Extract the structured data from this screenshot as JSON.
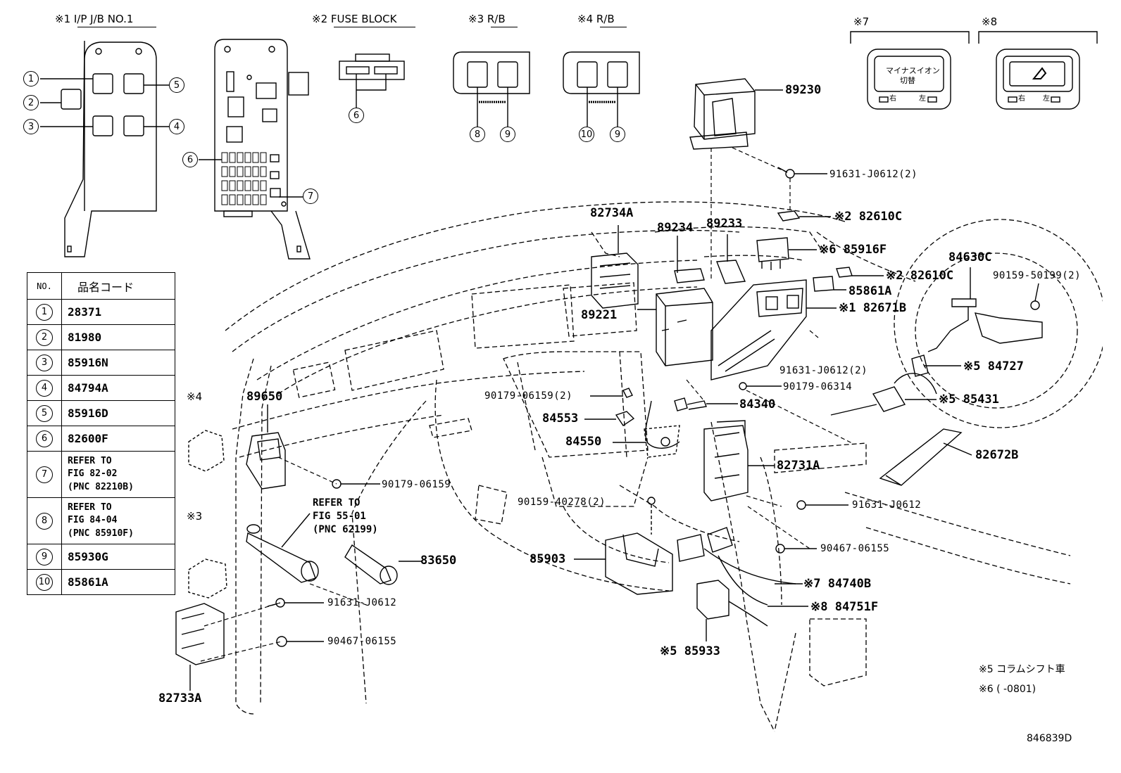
{
  "headers": {
    "h1": "※1 I/P J/B NO.1",
    "h2": "※2 FUSE BLOCK",
    "h3": "※3 R/B",
    "h4": "※4 R/B",
    "h7": "※7",
    "h8": "※8"
  },
  "table": {
    "col_no": "NO.",
    "col_code": "品名コード",
    "rows": [
      {
        "no": "1",
        "code": "28371"
      },
      {
        "no": "2",
        "code": "81980"
      },
      {
        "no": "3",
        "code": "85916N"
      },
      {
        "no": "4",
        "code": "84794A"
      },
      {
        "no": "5",
        "code": "85916D"
      },
      {
        "no": "6",
        "code": "82600F"
      },
      {
        "no": "7",
        "line1": "REFER TO",
        "line2": "FIG 82-02",
        "line3": "(PNC 82210B)"
      },
      {
        "no": "8",
        "line1": "REFER TO",
        "line2": "FIG 84-04",
        "line3": "(PNC 85910F)"
      },
      {
        "no": "9",
        "code": "85930G"
      },
      {
        "no": "10",
        "code": "85861A"
      }
    ]
  },
  "callouts": {
    "c1": "1",
    "c2": "2",
    "c3": "3",
    "c4": "4",
    "c5": "5",
    "c6a": "6",
    "c6b": "6",
    "c7": "7",
    "c8": "8",
    "c9a": "9",
    "c9b": "9",
    "c10": "10"
  },
  "switch7": {
    "line1": "マイナスイオン",
    "line2": "切替",
    "left": "右",
    "right": "左"
  },
  "switch8": {
    "left": "右",
    "right": "左"
  },
  "labels": {
    "p89230": "89230",
    "p91631a": "91631-J0612(2)",
    "p82610c1": "※2 82610C",
    "p82734a": "82734A",
    "p89234": "89234",
    "p89233": "89233",
    "p85916f": "※6 85916F",
    "p84630c": "84630C",
    "p90159a": "90159-50199(2)",
    "p82610c2": "※2 82610C",
    "p85861a": "85861A",
    "p82671b": "※1 82671B",
    "p89221": "89221",
    "p91631b": "91631-J0612(2)",
    "p84727": "※5 84727",
    "p90179a": "90179-06159(2)",
    "p90179b": "90179-06314",
    "p84340": "84340",
    "p85431": "※5 85431",
    "p89650": "89650",
    "p84553": "84553",
    "p84550": "84550",
    "p82672b": "82672B",
    "p82731a": "82731A",
    "p90179c": "90179-06159",
    "p90159b": "90159-40278(2)",
    "p91631c": "91631-J0612",
    "p83650": "83650",
    "p85903": "85903",
    "p90467a": "90467-06155",
    "p84740b": "※7 84740B",
    "p84751f": "※8 84751F",
    "p91631d": "91631-J0612",
    "p90467b": "90467-06155",
    "p85933": "※5 85933",
    "p82733a": "82733A",
    "r4": "※4",
    "r3": "※3"
  },
  "refer": {
    "line1": "REFER TO",
    "line2": "FIG 55-01",
    "line3": "(PNC 62199)"
  },
  "notes": {
    "n5": "※5 コラムシフト車",
    "n6": "※6 (      -0801)"
  },
  "figure_id": "846839D"
}
